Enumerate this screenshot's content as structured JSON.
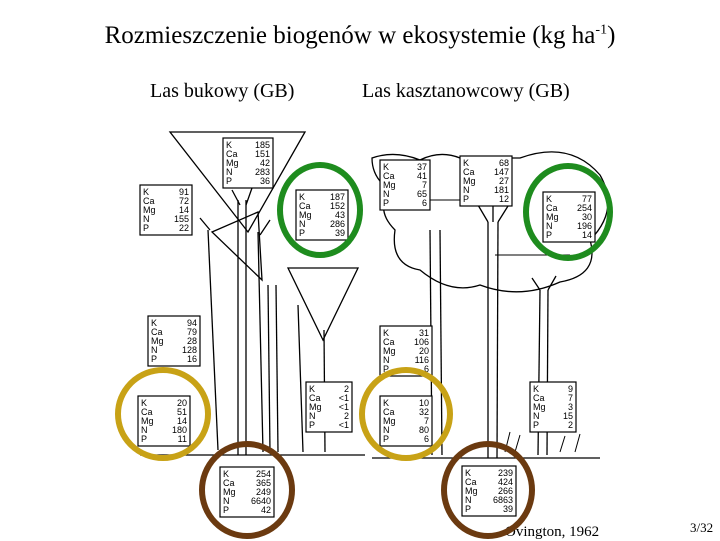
{
  "title": "Rozmieszczenie biogenów w ekosystemie (kg ha",
  "title_sup": "-1",
  "title_end": ")",
  "subtitle_left": "Las bukowy (GB)",
  "subtitle_right": "Las kasztanowcowy (GB)",
  "citation": "Ovington, 1962",
  "page": "3/32",
  "colors": {
    "green": "#1e8c1e",
    "gold": "#c8a216",
    "brown": "#6b3a10"
  },
  "beech": {
    "crown": {
      "labels": [
        "K",
        "Ca",
        "Mg",
        "N",
        "P"
      ],
      "values": [
        "185",
        "151",
        "42",
        "283",
        "36"
      ]
    },
    "leaves": {
      "labels": [
        "K",
        "Ca",
        "Mg",
        "N",
        "P"
      ],
      "values": [
        "187",
        "152",
        "43",
        "286",
        "39"
      ]
    },
    "trunk": {
      "labels": [
        "K",
        "Ca",
        "Mg",
        "N",
        "P"
      ],
      "values": [
        "91",
        "72",
        "14",
        "155",
        "22"
      ]
    },
    "wood": {
      "labels": [
        "K",
        "Ca",
        "Mg",
        "N",
        "P"
      ],
      "values": [
        "94",
        "79",
        "28",
        "128",
        "16"
      ]
    },
    "litter": {
      "labels": [
        "K",
        "Ca",
        "Mg",
        "N",
        "P"
      ],
      "values": [
        "20",
        "51",
        "14",
        "180",
        "11"
      ]
    },
    "soil": {
      "labels": [
        "K",
        "Ca",
        "Mg",
        "N",
        "P"
      ],
      "values": [
        "254",
        "365",
        "249",
        "6640",
        "42"
      ]
    },
    "ground": {
      "labels": [
        "K",
        "Ca",
        "Mg",
        "N",
        "P"
      ],
      "values": [
        "2",
        "<1",
        "<1",
        "2",
        "<1"
      ]
    }
  },
  "chestnut": {
    "left": {
      "labels": [
        "K",
        "Ca",
        "Mg",
        "N",
        "P"
      ],
      "values": [
        "37",
        "41",
        "7",
        "65",
        "6"
      ]
    },
    "crown": {
      "labels": [
        "K",
        "Ca",
        "Mg",
        "N",
        "P"
      ],
      "values": [
        "68",
        "147",
        "27",
        "181",
        "12"
      ]
    },
    "leaves": {
      "labels": [
        "K",
        "Ca",
        "Mg",
        "N",
        "P"
      ],
      "values": [
        "77",
        "254",
        "30",
        "196",
        "14"
      ]
    },
    "wood": {
      "labels": [
        "K",
        "Ca",
        "Mg",
        "N",
        "P"
      ],
      "values": [
        "31",
        "106",
        "20",
        "116",
        "6"
      ]
    },
    "litter": {
      "labels": [
        "K",
        "Ca",
        "Mg",
        "N",
        "P"
      ],
      "values": [
        "10",
        "32",
        "7",
        "80",
        "6"
      ]
    },
    "soil": {
      "labels": [
        "K",
        "Ca",
        "Mg",
        "N",
        "P"
      ],
      "values": [
        "239",
        "424",
        "266",
        "6863",
        "39"
      ]
    },
    "ground": {
      "labels": [
        "K",
        "Ca",
        "Mg",
        "N",
        "P"
      ],
      "values": [
        "9",
        "7",
        "3",
        "15",
        "2"
      ]
    }
  }
}
